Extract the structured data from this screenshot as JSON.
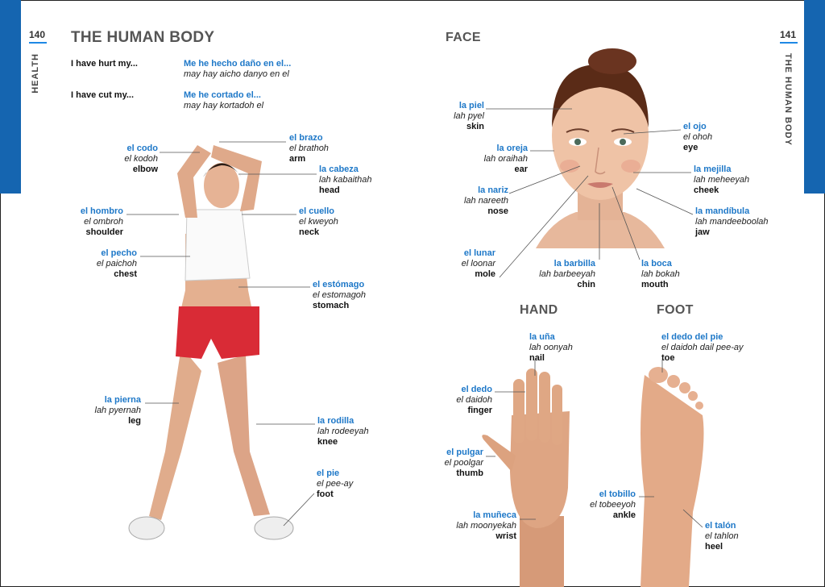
{
  "left_page": {
    "page_number": "140",
    "section": "HEALTH",
    "title": "THE HUMAN BODY",
    "phrases": [
      {
        "en": "I have hurt my...",
        "es": "Me he hecho daño en el...",
        "pron": "may hay aicho danyo en el"
      },
      {
        "en": "I have cut my...",
        "es": "Me he cortado el...",
        "pron": "may hay kortadoh el"
      }
    ],
    "body_labels": [
      {
        "es": "el codo",
        "pron": "el kodoh",
        "en": "elbow"
      },
      {
        "es": "el brazo",
        "pron": "el brathoh",
        "en": "arm"
      },
      {
        "es": "la cabeza",
        "pron": "lah kabaithah",
        "en": "head"
      },
      {
        "es": "el hombro",
        "pron": "el ombroh",
        "en": "shoulder"
      },
      {
        "es": "el cuello",
        "pron": "el kweyoh",
        "en": "neck"
      },
      {
        "es": "el pecho",
        "pron": "el paichoh",
        "en": "chest"
      },
      {
        "es": "el estómago",
        "pron": "el estomagoh",
        "en": "stomach"
      },
      {
        "es": "la pierna",
        "pron": "lah pyernah",
        "en": "leg"
      },
      {
        "es": "la rodilla",
        "pron": "lah rodeeyah",
        "en": "knee"
      },
      {
        "es": "el pie",
        "pron": "el pee-ay",
        "en": "foot"
      }
    ]
  },
  "right_page": {
    "page_number": "141",
    "section": "THE HUMAN BODY",
    "face_title": "FACE",
    "hand_title": "HAND",
    "foot_title": "FOOT",
    "face_labels": [
      {
        "es": "la piel",
        "pron": "lah pyel",
        "en": "skin"
      },
      {
        "es": "el ojo",
        "pron": "el ohoh",
        "en": "eye"
      },
      {
        "es": "la oreja",
        "pron": "lah oraihah",
        "en": "ear"
      },
      {
        "es": "la mejilla",
        "pron": "lah meheeyah",
        "en": "cheek"
      },
      {
        "es": "la nariz",
        "pron": "lah nareeth",
        "en": "nose"
      },
      {
        "es": "la mandíbula",
        "pron": "lah mandeeboolah",
        "en": "jaw"
      },
      {
        "es": "el lunar",
        "pron": "el loonar",
        "en": "mole"
      },
      {
        "es": "la barbilla",
        "pron": "lah barbeeyah",
        "en": "chin"
      },
      {
        "es": "la boca",
        "pron": "lah bokah",
        "en": "mouth"
      }
    ],
    "hand_labels": [
      {
        "es": "la uña",
        "pron": "lah oonyah",
        "en": "nail"
      },
      {
        "es": "el dedo",
        "pron": "el daidoh",
        "en": "finger"
      },
      {
        "es": "el pulgar",
        "pron": "el poolgar",
        "en": "thumb"
      },
      {
        "es": "la muñeca",
        "pron": "lah moonyekah",
        "en": "wrist"
      }
    ],
    "foot_labels": [
      {
        "es": "el dedo del pie",
        "pron": "el daidoh dail pee-ay",
        "en": "toe"
      },
      {
        "es": "el tobillo",
        "pron": "el tobeeyoh",
        "en": "ankle"
      },
      {
        "es": "el talón",
        "pron": "el tahlon",
        "en": "heel"
      }
    ]
  },
  "colors": {
    "accent_blue": "#1565b0",
    "label_blue": "#1e78c8"
  }
}
